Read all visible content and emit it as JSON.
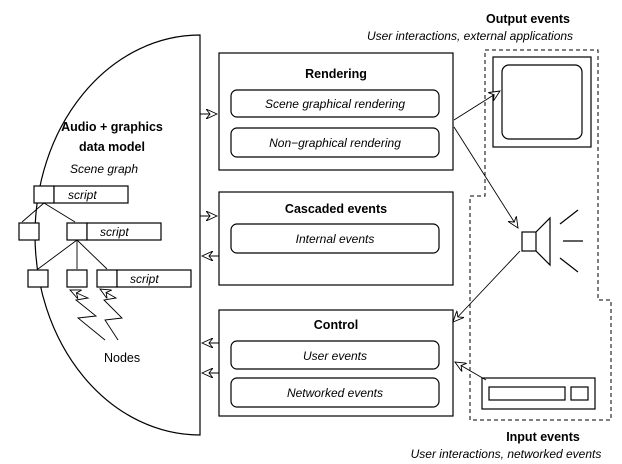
{
  "data_model": {
    "title_line1": "Audio + graphics",
    "title_line2": "data model",
    "subtitle": "Scene graph",
    "script_labels": [
      "script",
      "script",
      "script"
    ],
    "nodes_label": "Nodes"
  },
  "rendering": {
    "title": "Rendering",
    "items": [
      "Scene graphical rendering",
      "Non−graphical rendering"
    ]
  },
  "cascaded": {
    "title": "Cascaded events",
    "items": [
      "Internal events"
    ]
  },
  "control": {
    "title": "Control",
    "items": [
      "User events",
      "Networked events"
    ]
  },
  "output_events": {
    "title": "Output events",
    "subtitle": "User interactions, external applications"
  },
  "input_events": {
    "title": "Input events",
    "subtitle": "User interactions, networked events"
  },
  "icons": [
    "monitor-icon",
    "speaker-icon",
    "keyboard-icon"
  ]
}
